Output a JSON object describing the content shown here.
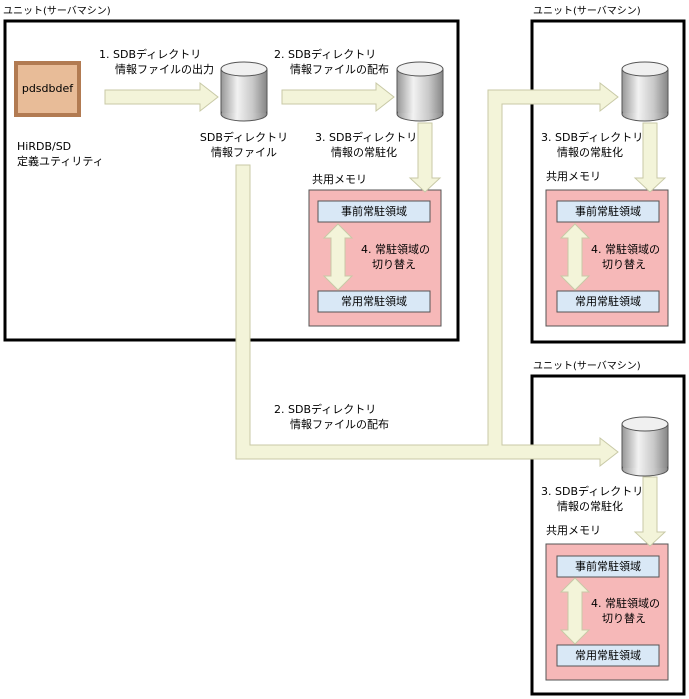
{
  "unit_label": "ユニット(サーバマシン)",
  "utility": {
    "box_label": "pdsdbdef",
    "caption_line1": "HiRDB/SD",
    "caption_line2": "定義ユティリティ"
  },
  "steps": {
    "output_line1": "1. SDBディレクトリ",
    "output_line2": "情報ファイルの出力",
    "distribute_line1": "2. SDBディレクトリ",
    "distribute_line2": "情報ファイルの配布",
    "resident_line1": "3. SDBディレクトリ",
    "resident_line2": "情報の常駐化",
    "switch_line1": "4. 常駐領域の",
    "switch_line2": "切り替え"
  },
  "dir_file": {
    "line1": "SDBディレクトリ",
    "line2": "情報ファイル"
  },
  "shared_memory": {
    "label": "共用メモリ",
    "pre_area": "事前常駐領域",
    "regular_area": "常用常駐領域"
  },
  "colors": {
    "arrow": "#f3f4d9",
    "arrow_stroke": "#c8c9a6",
    "shared_memory_fill": "#f6b8b8",
    "area_fill": "#d9e8f6",
    "utility_fill": "#e8bc98",
    "utility_border": "#b27b52"
  }
}
